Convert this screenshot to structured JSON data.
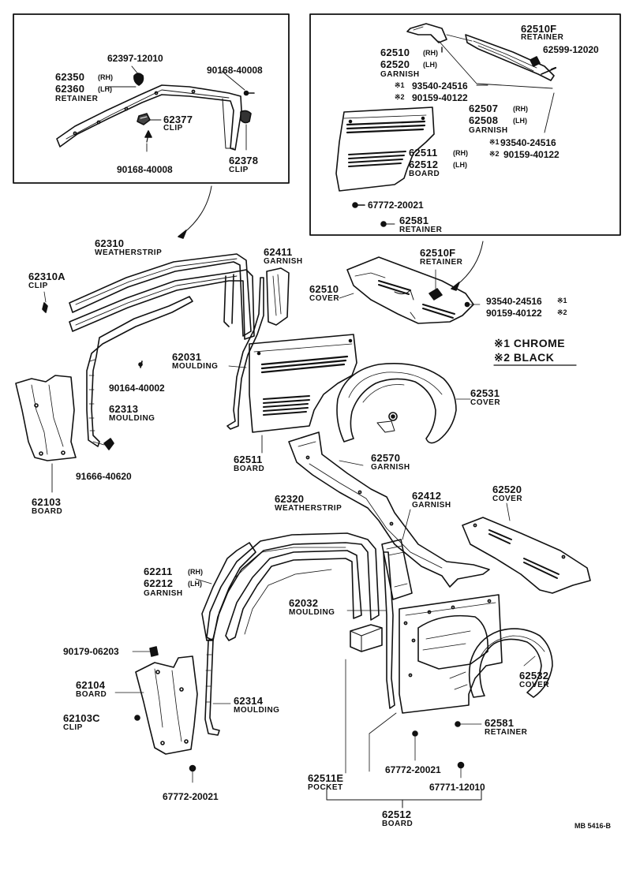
{
  "parts": {
    "p62397_12010": "62397-12010",
    "p62350": "62350",
    "p62360": "62360",
    "rh": "(RH)",
    "lh": "(LH)",
    "retainer": "RETAINER",
    "p90168_40008": "90168-40008",
    "p62377": "62377",
    "clip": "CLIP",
    "p62378": "62378",
    "p62510F": "62510F",
    "p62599_12020": "62599-12020",
    "p62510": "62510",
    "p62520": "62520",
    "garnish": "GARNISH",
    "p93540_24516": "93540-24516",
    "p90159_40122": "90159-40122",
    "p62507": "62507",
    "p62508": "62508",
    "p62511": "62511",
    "p62512": "62512",
    "board": "BOARD",
    "p67772_20021": "67772-20021",
    "p62581": "62581",
    "p62310": "62310",
    "weatherstrip": "WEATHERSTRIP",
    "p62310A": "62310A",
    "p62411": "62411",
    "cover": "COVER",
    "p62031": "62031",
    "moulding": "MOULDING",
    "p90164_40002": "90164-40002",
    "p62313": "62313",
    "p91666_40620": "91666-40620",
    "p62103": "62103",
    "p62531": "62531",
    "p62570": "62570",
    "p62320": "62320",
    "p62412": "62412",
    "p62211": "62211",
    "p62212": "62212",
    "p62032": "62032",
    "p90179_06203": "90179-06203",
    "p62104": "62104",
    "p62103C": "62103C",
    "p62314": "62314",
    "p62532": "62532",
    "p62511E": "62511E",
    "pocket": "POCKET",
    "p67771_12010": "67771-12010",
    "m1": "※1",
    "m2": "※2"
  },
  "legend": {
    "chrome": "※1 CHROME",
    "black": "※2 BLACK"
  },
  "drawing_ref": "MB 5416-B"
}
